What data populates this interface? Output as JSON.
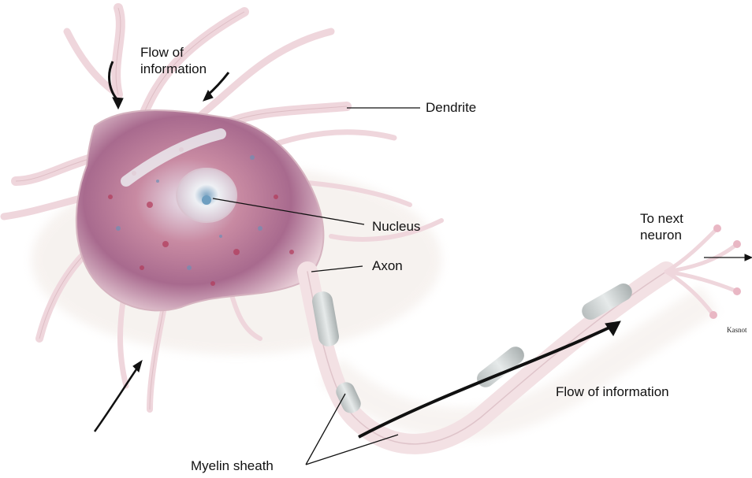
{
  "labels": {
    "flow_top_line1": "Flow of",
    "flow_top_line2": "information",
    "dendrite": "Dendrite",
    "nucleus": "Nucleus",
    "axon": "Axon",
    "next_line1": "To next",
    "next_line2": "neuron",
    "flow_bottom": "Flow of information",
    "myelin": "Myelin sheath",
    "credit": "Kasnot"
  },
  "colors": {
    "membrane": "#f2dde0",
    "membrane_edge": "#d9b8bf",
    "cytoplasm_red": "#b23a5a",
    "cytoplasm_blue": "#6f8fb5",
    "myelin": "#c9cfcf",
    "arrow": "#111111"
  }
}
